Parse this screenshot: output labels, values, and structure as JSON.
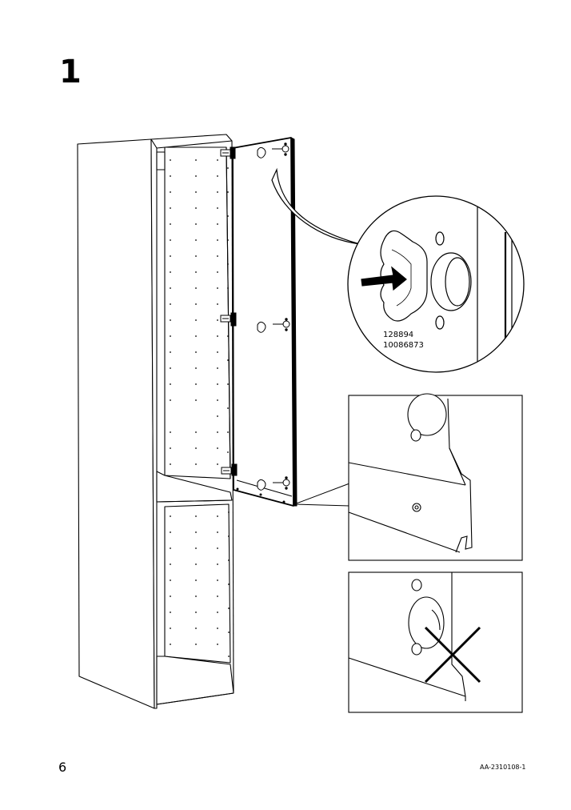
{
  "step": {
    "number": "1"
  },
  "callout": {
    "part_number": "128894",
    "part_number_2": "10086873"
  },
  "footer": {
    "page_number": "6",
    "document_code": "AA-2310108-1"
  },
  "colors": {
    "ink": "#000000",
    "paper": "#ffffff",
    "shade": "#d9d9d9"
  }
}
